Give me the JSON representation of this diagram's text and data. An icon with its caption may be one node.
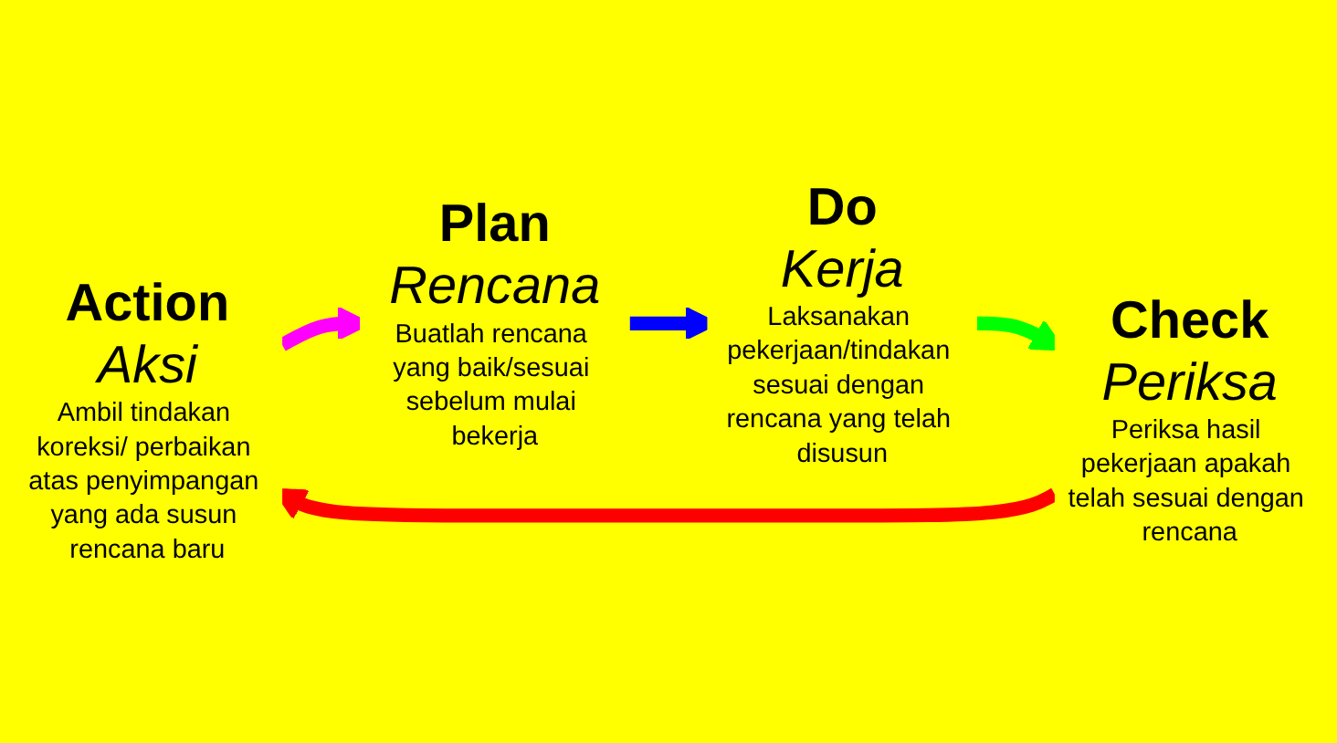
{
  "diagram": {
    "nodes": [
      {
        "text": [
          "Action",
          "Aksi",
          "Ambil tindakan koreksi/ perbaikan atas penyimpangan yang ada susun rencana baru"
        ]
      },
      {
        "text": [
          "Plan",
          "Rencana",
          "Buatlah rencana yang baik/sesuai sebelum mulai bekerja"
        ]
      },
      {
        "text": [
          "Check",
          "Periksa",
          "Periksa hasil pekerjaan apakah telah sesuai dengan rencana"
        ]
      },
      {
        "text": [
          "Do",
          "Kerja",
          "Laksanakan pekerjaan/tindakan sesuai dengan rencana yang telah disusun"
        ]
      }
    ],
    "edges": [
      {
        "from": 0,
        "to": 1,
        "arrow": "to",
        "color": "#ff00ff"
      },
      {
        "from": 1,
        "to": 3,
        "arrow": "to",
        "color": "#0000ff"
      },
      {
        "from": 3,
        "to": 2,
        "arrow": "to",
        "color": "#00ff00"
      },
      {
        "from": 2,
        "to": 0,
        "arrow": "to",
        "color": "#ff0000"
      }
    ]
  }
}
